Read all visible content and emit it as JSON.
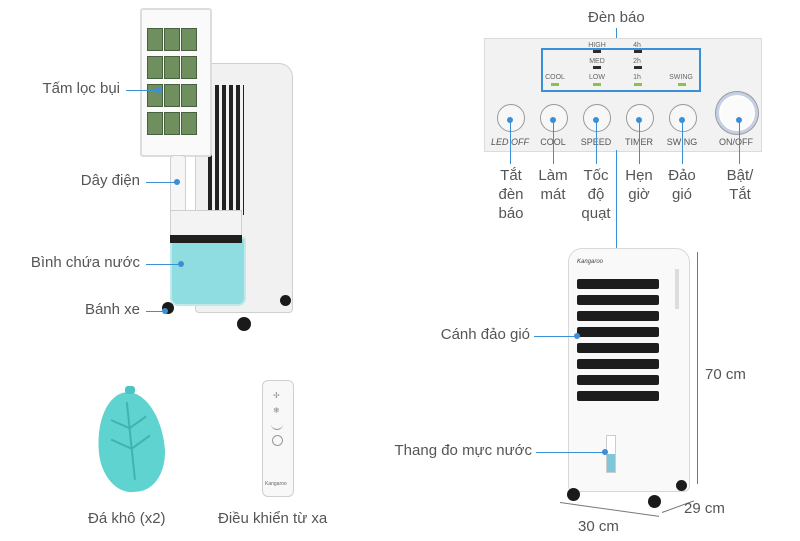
{
  "labels": {
    "dust_filter": "Tấm lọc bụi",
    "power_cord": "Dây điện",
    "water_tank": "Bình chứa nước",
    "wheels": "Bánh xe",
    "ice_packs": "Đá khô (x2)",
    "remote": "Điều khiển từ xa",
    "louvers": "Cánh đảo gió",
    "water_gauge": "Thang đo mực nước",
    "indicator_lights": "Đèn báo"
  },
  "dimensions": {
    "height": "70 cm",
    "depth": "29 cm",
    "width": "30 cm"
  },
  "panel": {
    "indicators": {
      "high": "HIGH",
      "med": "MED",
      "cool": "COOL",
      "low": "LOW",
      "t4h": "4h",
      "t2h": "2h",
      "t1h": "1h",
      "swing": "SWING"
    },
    "buttons": {
      "led_off": "LED OFF",
      "cool": "COOL",
      "speed": "SPEED",
      "timer": "TIMER",
      "swing": "SWING",
      "on_off": "ON/OFF"
    }
  },
  "button_meanings": {
    "led_off": "Tắt đèn báo",
    "cool": "Làm mát",
    "speed": "Tốc độ quạt",
    "timer": "Hẹn giờ",
    "swing": "Đảo gió",
    "on_off": "Bật/ Tắt"
  },
  "brand": "Kangaroo",
  "colors": {
    "callout": "#3a8fd6",
    "ice_pack": "#5fd3d0",
    "water": "#8fdde0",
    "indicator_green": "#8bc34a"
  }
}
